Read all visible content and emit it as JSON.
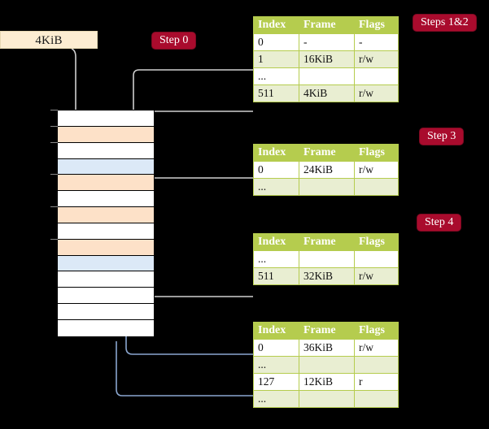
{
  "diagram": {
    "title_labels": {
      "callout_4kib": "4KiB"
    },
    "steps": [
      {
        "id": "step0",
        "label": "Step 0"
      },
      {
        "id": "step12",
        "label": "Steps 1&2"
      },
      {
        "id": "step3",
        "label": "Step 3"
      },
      {
        "id": "step4",
        "label": "Step 4"
      }
    ],
    "colors": {
      "badge_bg": "#a90b2d",
      "badge_text": "#ffffff",
      "table_header_bg": "#b5cc4e",
      "table_alt_row_bg": "#e9eed2",
      "table_highlight_bg": "#fbf8a0",
      "callout_bg": "#fdedd2",
      "frame_peach": "#fde1c8",
      "frame_blue": "#dce9f7",
      "frame_white": "#ffffff",
      "wire_gray": "#cccccc",
      "wire_blue": "#8aa6cf",
      "background": "#000000"
    },
    "memory_stack": {
      "name": "physical-memory-frames",
      "rows": [
        {
          "index": 0,
          "fill": "white"
        },
        {
          "index": 1,
          "fill": "peach"
        },
        {
          "index": 2,
          "fill": "white"
        },
        {
          "index": 3,
          "fill": "blue"
        },
        {
          "index": 4,
          "fill": "peach"
        },
        {
          "index": 5,
          "fill": "white"
        },
        {
          "index": 6,
          "fill": "peach"
        },
        {
          "index": 7,
          "fill": "white"
        },
        {
          "index": 8,
          "fill": "peach"
        },
        {
          "index": 9,
          "fill": "blue"
        },
        {
          "index": 10,
          "fill": "white"
        },
        {
          "index": 11,
          "fill": "white"
        },
        {
          "index": 12,
          "fill": "white"
        },
        {
          "index": 13,
          "fill": "white"
        }
      ]
    },
    "tables": [
      {
        "id": "table-level4",
        "headers": [
          "Index",
          "Frame",
          "Flags"
        ],
        "rows": [
          {
            "cells": [
              "0",
              "-",
              "-"
            ],
            "alt": false,
            "highlight": false
          },
          {
            "cells": [
              "1",
              "16KiB",
              "r/w"
            ],
            "alt": true,
            "highlight": false
          },
          {
            "cells": [
              "...",
              "",
              ""
            ],
            "alt": false,
            "highlight": false
          },
          {
            "cells": [
              "511",
              "4KiB",
              "r/w"
            ],
            "alt": true,
            "highlight": true
          }
        ]
      },
      {
        "id": "table-level3",
        "headers": [
          "Index",
          "Frame",
          "Flags"
        ],
        "rows": [
          {
            "cells": [
              "0",
              "24KiB",
              "r/w"
            ],
            "alt": false,
            "highlight": false
          },
          {
            "cells": [
              "...",
              "",
              ""
            ],
            "alt": true,
            "highlight": false
          }
        ]
      },
      {
        "id": "table-level2",
        "headers": [
          "Index",
          "Frame",
          "Flags"
        ],
        "rows": [
          {
            "cells": [
              "...",
              "",
              ""
            ],
            "alt": false,
            "highlight": false
          },
          {
            "cells": [
              "511",
              "32KiB",
              "r/w"
            ],
            "alt": true,
            "highlight": false
          }
        ]
      },
      {
        "id": "table-level1",
        "headers": [
          "Index",
          "Frame",
          "Flags"
        ],
        "rows": [
          {
            "cells": [
              "0",
              "36KiB",
              "r/w"
            ],
            "alt": false,
            "highlight": false
          },
          {
            "cells": [
              "...",
              "",
              ""
            ],
            "alt": true,
            "highlight": false
          },
          {
            "cells": [
              "127",
              "12KiB",
              "r"
            ],
            "alt": false,
            "highlight": false
          },
          {
            "cells": [
              "...",
              "",
              ""
            ],
            "alt": true,
            "highlight": false
          }
        ]
      }
    ]
  }
}
